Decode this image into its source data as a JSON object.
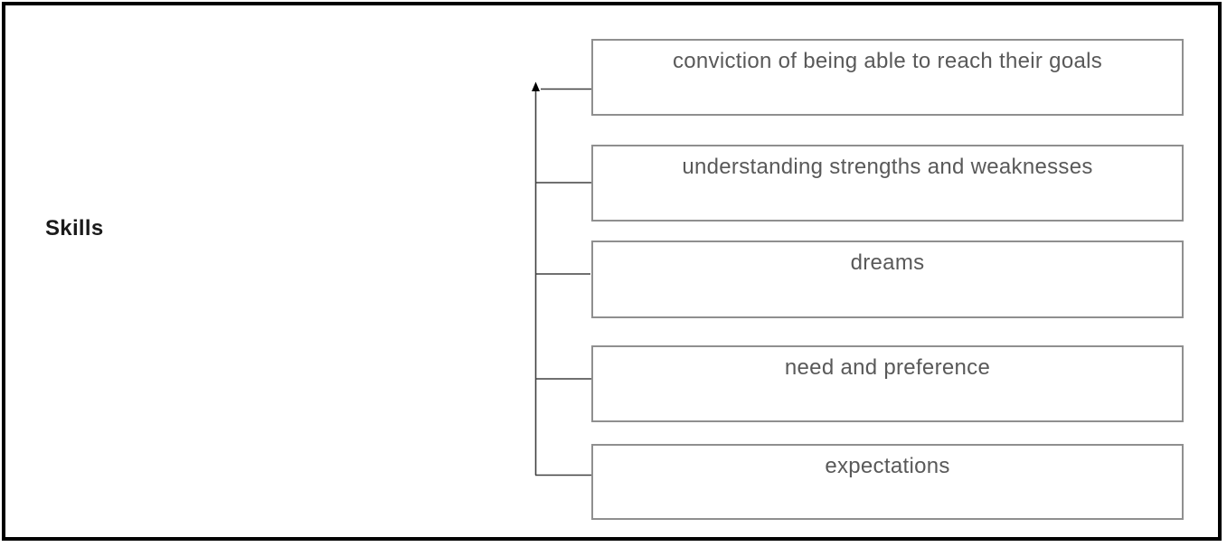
{
  "diagram": {
    "root": {
      "label": "Skills"
    },
    "nodes": [
      {
        "label": "conviction of being able to reach their goals"
      },
      {
        "label": "understanding strengths and weaknesses"
      },
      {
        "label": "dreams"
      },
      {
        "label": "need and preference"
      },
      {
        "label": "expectations"
      }
    ],
    "icons": [
      {
        "name": "arrow-up-icon"
      }
    ],
    "colors": {
      "outer_border": "#000000",
      "box_border": "#8f8f8f",
      "box_text": "#595959",
      "root_text": "#1a1a1a",
      "connector_line": "#404040",
      "background": "#ffffff"
    }
  }
}
